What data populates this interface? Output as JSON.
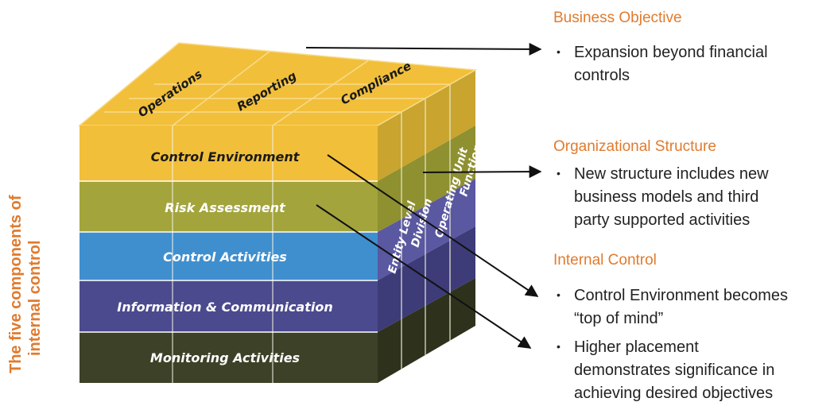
{
  "vertical_title": {
    "line1": "The five components of",
    "line2": "internal control"
  },
  "cube": {
    "top_labels": [
      "Operations",
      "Reporting",
      "Compliance"
    ],
    "front_layers": [
      {
        "label": "Control Environment",
        "color": "#f2bf3a",
        "text_color": "#1a1a1a"
      },
      {
        "label": "Risk Assessment",
        "color": "#a3a43c",
        "text_color": "#ffffff"
      },
      {
        "label": "Control Activities",
        "color": "#3f8fcf",
        "text_color": "#ffffff"
      },
      {
        "label": "Information & Communication",
        "color": "#4c4a8e",
        "text_color": "#ffffff"
      },
      {
        "label": "Monitoring Activities",
        "color": "#3d4128",
        "text_color": "#ffffff"
      }
    ],
    "side_labels": [
      "Entity Level",
      "Division",
      "Operating Unit",
      "Function"
    ]
  },
  "panels": [
    {
      "heading": "Business Objective",
      "bullets": [
        {
          "lines": [
            "Expansion beyond financial",
            "controls"
          ]
        }
      ]
    },
    {
      "heading": "Organizational Structure",
      "bullets": [
        {
          "lines": [
            "New structure includes new",
            "business models and third",
            "party supported activities"
          ]
        }
      ]
    },
    {
      "heading": "Internal Control",
      "bullets": [
        {
          "lines": [
            "Control Environment becomes",
            "“top of mind”"
          ]
        },
        {
          "lines": [
            "Higher placement",
            "demonstrates significance in",
            "achieving desired objectives"
          ]
        }
      ]
    }
  ],
  "bullet_glyph": "•",
  "colors": {
    "accent_orange": "#e07b2f",
    "arrow": "#111111"
  }
}
